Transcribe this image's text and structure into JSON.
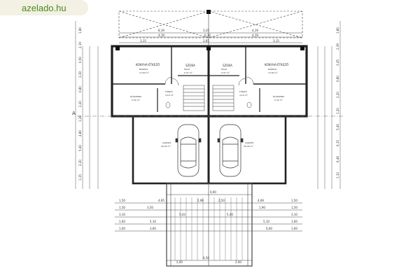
{
  "watermark": {
    "text": "azelado.hu",
    "color": "#4a8a1c"
  },
  "axis_label": "A",
  "rooms": {
    "left_living": {
      "name": "KONYHA-ÉTKEZŐ",
      "sub": "NAPPALI",
      "area": "13,90 m²"
    },
    "left_room": {
      "name": "SZOBA",
      "sub": "HÁLÓ",
      "area": "9,37 m²"
    },
    "right_room": {
      "name": "SZOBA",
      "sub": "HÁLÓ",
      "area": "9,37 m²"
    },
    "right_living": {
      "name": "KONYHA-ÉTKEZŐ",
      "sub": "NAPPALI",
      "area": "13,90 m²"
    },
    "left_hall": {
      "name": "ELŐSZOBA",
      "area": "5,32 m²"
    },
    "left_bath": {
      "name": "FÜRDŐ",
      "area": "4,10 m²"
    },
    "right_bath": {
      "name": "FÜRDŐ",
      "area": "4,10 m²"
    },
    "right_hall": {
      "name": "ELŐSZOBA",
      "area": "5,32 m²"
    },
    "left_garage": {
      "name": "GARÁZS",
      "area": "26,35 m²"
    },
    "right_garage": {
      "name": "GARÁZS",
      "area": "26,35 m²"
    }
  },
  "dimensions": {
    "top_overall": [
      "8,19",
      "3,35",
      "4,19"
    ],
    "top_second": [
      "4,19",
      "0,30",
      "4,19"
    ],
    "top_third": [
      "3,15",
      "2,81",
      "3,15"
    ],
    "bottom_rows": [
      [
        "1,50",
        "4,95",
        "2,96",
        "2,50",
        "4,69",
        "1,50"
      ],
      [
        "1,50",
        "3,50",
        "1,90",
        "1,50"
      ],
      [
        "3,10",
        "5,43",
        "5,40",
        "3,10"
      ],
      [
        "1,60",
        "5,10",
        "5,10",
        "1,60"
      ],
      [
        "1,00",
        "3,60",
        "6,00",
        "1,60"
      ]
    ],
    "bottom_overall": "6,50",
    "gate_width": "0,90",
    "gate_sides": [
      "2,00",
      "2,00"
    ],
    "left_chain": [
      "1,80",
      "2,19",
      "0,50",
      "3,39",
      "0,80",
      "2,20",
      "1,28",
      "4,80",
      "5,40",
      "2,30",
      "1,15"
    ],
    "right_chain": [
      "1,80",
      "2,39",
      "3,45",
      "0,80",
      "2,20",
      "1,20",
      "5,40",
      "6,15",
      "6,46",
      "1,10"
    ]
  }
}
